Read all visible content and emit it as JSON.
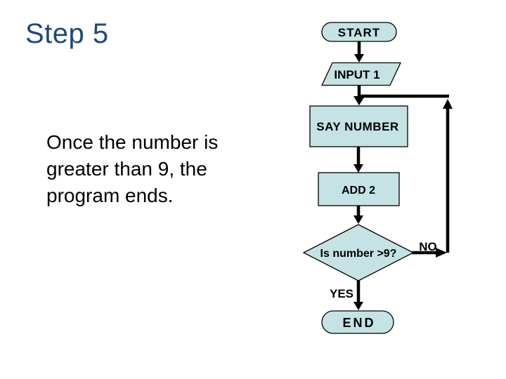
{
  "slide": {
    "title": "Step 5",
    "title_color": "#1b4a7a",
    "body_lines": [
      "Once the number is",
      "greater than 9, the",
      "program ends."
    ]
  },
  "flowchart": {
    "shape_fill": "#c5e2e4",
    "outline_color": "#000000",
    "nodes": {
      "start": "START",
      "input": "INPUT 1",
      "say_number": "SAY NUMBER",
      "add_2": "ADD 2",
      "decision": "Is number >9?",
      "end": "END"
    },
    "branches": {
      "no": "NO",
      "yes": "YES"
    }
  }
}
